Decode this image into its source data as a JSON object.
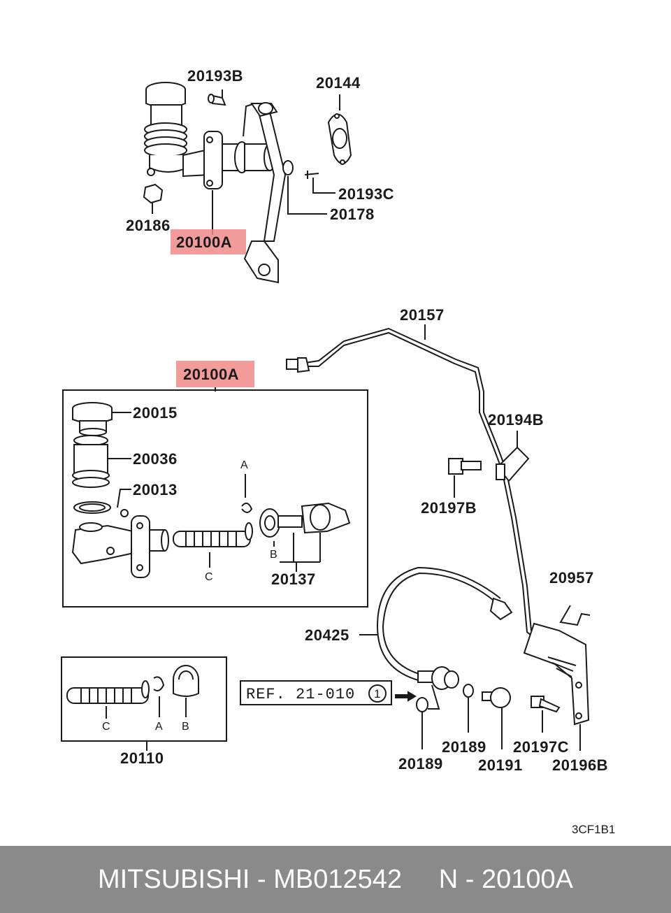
{
  "labels": {
    "p20193B": "20193B",
    "p20144": "20144",
    "p20193C": "20193C",
    "p20178": "20178",
    "p20186": "20186",
    "p20100A_top": "20100A",
    "p20157": "20157",
    "p20100A_box": "20100A",
    "p20015": "20015",
    "p20036": "20036",
    "p20013": "20013",
    "p20137": "20137",
    "p20194B": "20194B",
    "p20197B": "20197B",
    "p20957": "20957",
    "p20425": "20425",
    "p20110": "20110",
    "p20189a": "20189",
    "p20189b": "20189",
    "p20191": "20191",
    "p20197C": "20197C",
    "p20196B": "20196B"
  },
  "letters": {
    "a1": "A",
    "b1": "B",
    "c1": "C",
    "a2": "A",
    "b2": "B",
    "c2": "C"
  },
  "reference": {
    "text": "REF. 21-010",
    "circle_num": "1"
  },
  "diagram_code": "3CF1B1",
  "footer": {
    "brand": "MITSUBISHI",
    "part_number": "MB012542",
    "position_code": "N - 20100A",
    "full": "MITSUBISHI - MB012542     N - 20100A"
  },
  "colors": {
    "highlight": "#f08a8a",
    "footer_bg": "#8a8a8a",
    "line": "#1a1a1a"
  }
}
